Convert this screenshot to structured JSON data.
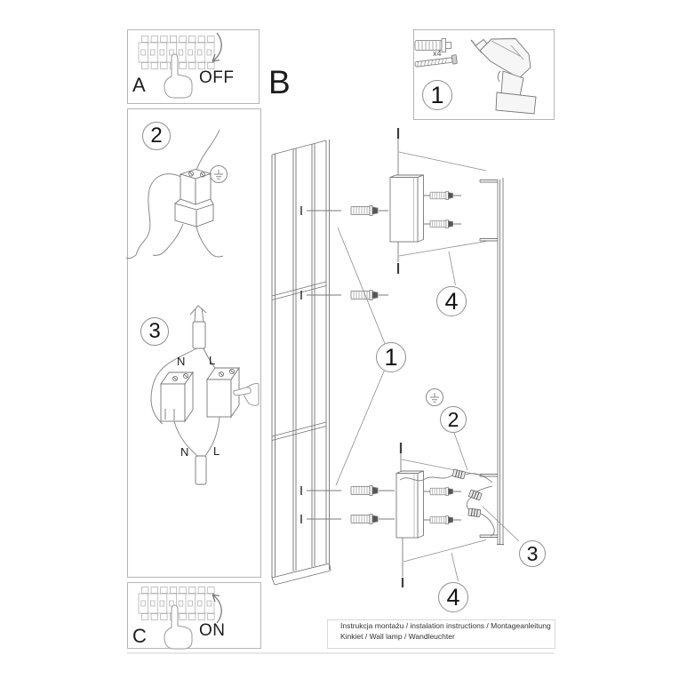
{
  "panel_a": {
    "letter": "A",
    "action": "OFF"
  },
  "panel_b": {
    "letter": "B"
  },
  "panel_c": {
    "letter": "C",
    "action": "ON"
  },
  "parts_panel": {
    "step": "1",
    "plug_count": "x4"
  },
  "steps": {
    "s1": "1",
    "s2": "2",
    "s3": "3",
    "s4": "4"
  },
  "wiring_labels": {
    "neutral": "N",
    "live": "L"
  },
  "footer": {
    "line1": "Instrukcja montażu / instalation instructions / Montageanleitung",
    "line2": "Kinkiet / Wall lamp / Wandleuchter"
  },
  "colors": {
    "art_line": "#6f6f6f",
    "frame_line": "#b5b5b5",
    "accent_dark": "#3f3f3f",
    "text": "#1c1c1c"
  }
}
